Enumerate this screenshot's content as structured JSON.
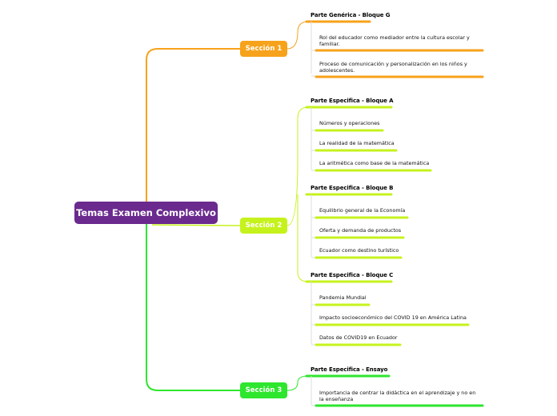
{
  "root": {
    "label": "Temas Examen Complexivo"
  },
  "sections": [
    {
      "label": "Sección 1",
      "color": "#f7a21b",
      "subtopics": [
        {
          "label": "Parte Genérica - Bloque G",
          "items": [
            "Rol del educador como mediador entre la cultura escolar y familiar.",
            "Proceso de comunicación y personalización en los niños y adolescentes."
          ]
        }
      ]
    },
    {
      "label": "Sección 2",
      "color": "#c6f21c",
      "subtopics": [
        {
          "label": "Parte Especifica - Bloque A",
          "items": [
            "Números y operaciones",
            "La realidad de la matemática",
            "La aritmética como base de la matemática"
          ]
        },
        {
          "label": "Parte Especifica - Bloque B",
          "items": [
            "Equilibrio general de la Economía",
            "Oferta y demanda de productos",
            "Ecuador como destino turístico"
          ]
        },
        {
          "label": "Parte Especifica - Bloque C",
          "items": [
            "Pandemia Mundial",
            "Impacto socioeconómico del COVID 19 en América Latina",
            "Datos de COVID19 en Ecuador"
          ]
        }
      ]
    },
    {
      "label": "Sección 3",
      "color": "#2ee62e",
      "subtopics": [
        {
          "label": "Parte Especifica - Ensayo",
          "items": [
            "Importancia de centrar la didáctica en el aprendizaje y no en la enseñanza"
          ]
        }
      ]
    }
  ]
}
